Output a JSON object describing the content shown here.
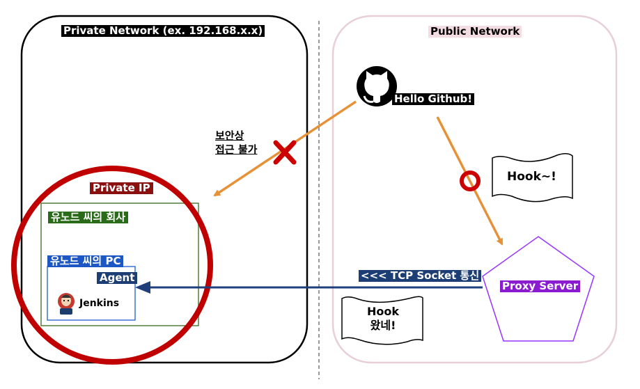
{
  "private_network": {
    "title": "Private Network (ex. 192.168.x.x)"
  },
  "public_network": {
    "title": "Public Network"
  },
  "github": {
    "icon": "github-icon",
    "label": "Hello Github!"
  },
  "blocked": {
    "line1": "보안상",
    "line2": "접근 불가"
  },
  "private_ip": {
    "label": "Private IP"
  },
  "company": {
    "label": "유노드 씨의 회사"
  },
  "pc": {
    "label": "유노드 씨의 PC",
    "agent_label": "Agent"
  },
  "jenkins": {
    "icon": "jenkins-icon",
    "label": "Jenkins"
  },
  "connection": {
    "label": "<<< TCP Socket 통신"
  },
  "proxy": {
    "label": "Proxy Server"
  },
  "messages": {
    "hook": "Hook~!",
    "reply_line1": "Hook",
    "reply_line2": "왔네!"
  },
  "colors": {
    "private_ip_ring": "#c00000",
    "company_border": "#4f7d3a",
    "pc_border": "#3a72d4",
    "proxy_border": "#9933ff",
    "orange_arrow": "#e69138",
    "tcp_arrow": "#1f3f7a",
    "blocked_mark": "#cc0000",
    "allowed_mark": "#cc0000"
  }
}
